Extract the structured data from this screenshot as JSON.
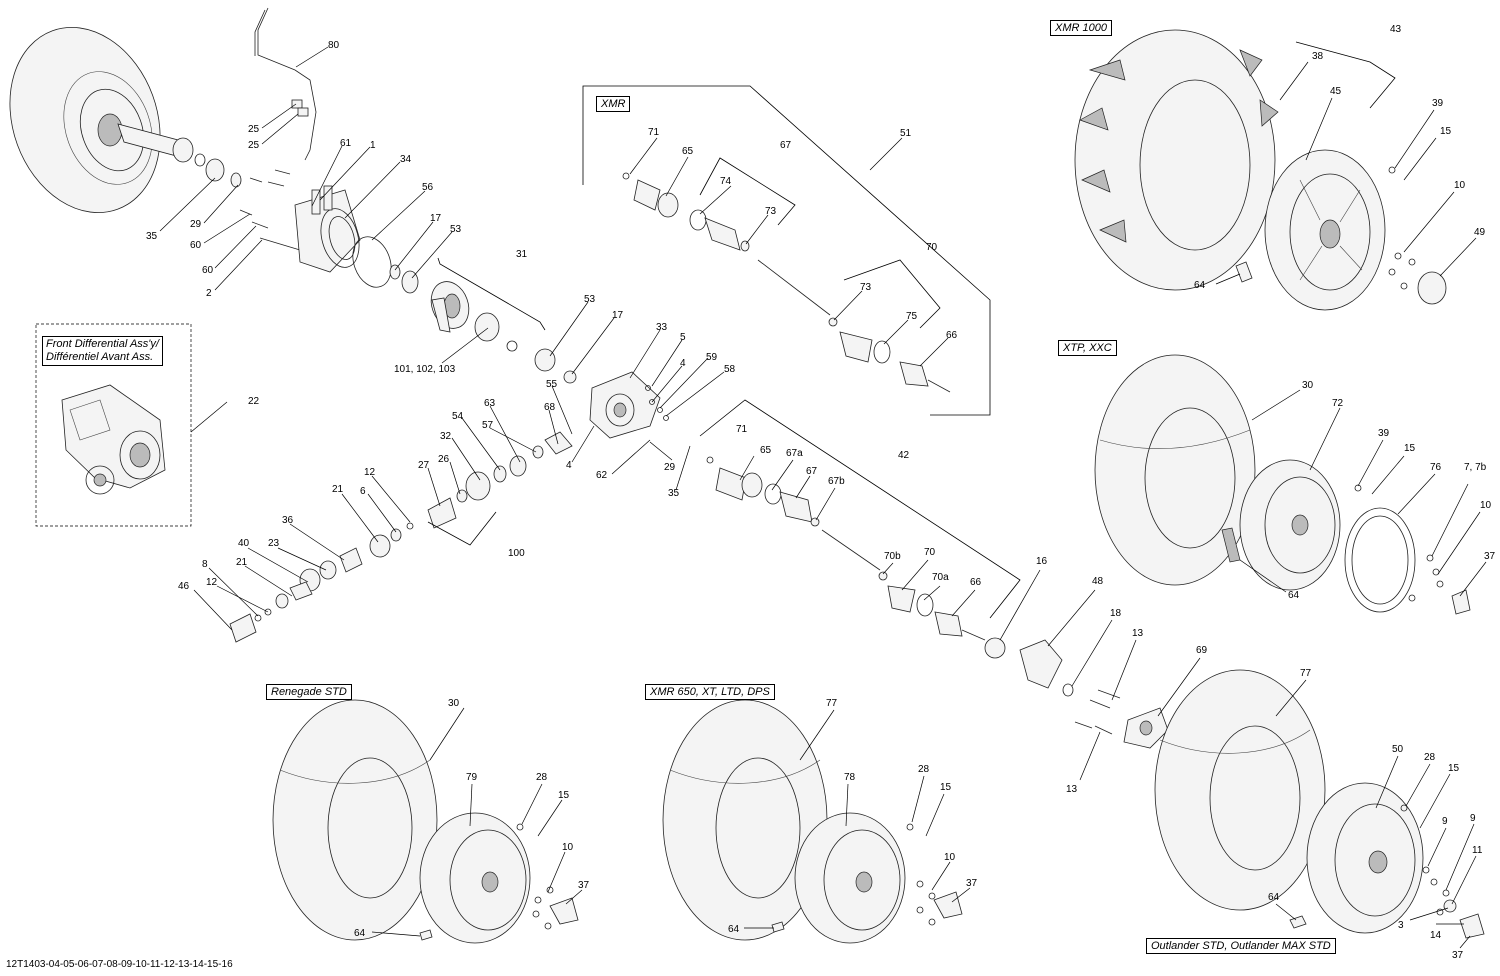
{
  "document_id": "12T1403-04-05-06-07-08-09-10-11-12-13-14-15-16",
  "inset": {
    "title_line1": "Front Differential Ass'y/",
    "title_line2": "Différentiel Avant Ass."
  },
  "variant_tags": {
    "xmr": "XMR",
    "xmr1000": "XMR 1000",
    "xtp_xxc": "XTP, XXC",
    "renegade_std": "Renegade STD",
    "xmr650": "XMR 650, XT, LTD, DPS",
    "outlander_std": "Outlander STD, Outlander MAX STD"
  },
  "callouts": [
    "80",
    "25",
    "25",
    "61",
    "1",
    "34",
    "56",
    "17",
    "53",
    "35",
    "29",
    "60",
    "60",
    "2",
    "31",
    "71",
    "65",
    "67",
    "74",
    "73",
    "51",
    "73",
    "70",
    "75",
    "66",
    "38",
    "43",
    "45",
    "39",
    "15",
    "10",
    "49",
    "64",
    "22",
    "53",
    "17",
    "33",
    "5",
    "4",
    "59",
    "58",
    "55",
    "68",
    "63",
    "57",
    "54",
    "32",
    "4",
    "62",
    "29",
    "35",
    "101, 102, 103",
    "12",
    "27",
    "26",
    "21",
    "6",
    "36",
    "40",
    "23",
    "21",
    "8",
    "12",
    "46",
    "100",
    "71",
    "42",
    "65",
    "67a",
    "67",
    "67b",
    "70b",
    "70",
    "70a",
    "66",
    "16",
    "48",
    "18",
    "13",
    "69",
    "13",
    "30",
    "72",
    "39",
    "15",
    "76",
    "7, 7b",
    "10",
    "37",
    "64",
    "30",
    "79",
    "28",
    "15",
    "10",
    "37",
    "64",
    "77",
    "78",
    "28",
    "15",
    "10",
    "37",
    "64",
    "77",
    "50",
    "28",
    "15",
    "9",
    "9",
    "11",
    "64",
    "3",
    "14",
    "37"
  ]
}
